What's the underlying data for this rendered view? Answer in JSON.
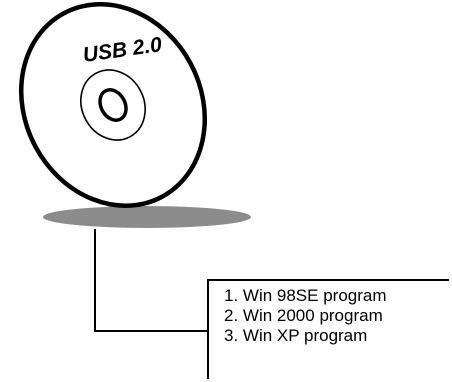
{
  "disc": {
    "label": "USB 2.0",
    "icon": "cd-disc-icon",
    "shadow_color": "#8c8c8c"
  },
  "menu": {
    "items": [
      "1. Win 98SE program",
      "2. Win 2000 program",
      "3. Win XP program"
    ]
  }
}
